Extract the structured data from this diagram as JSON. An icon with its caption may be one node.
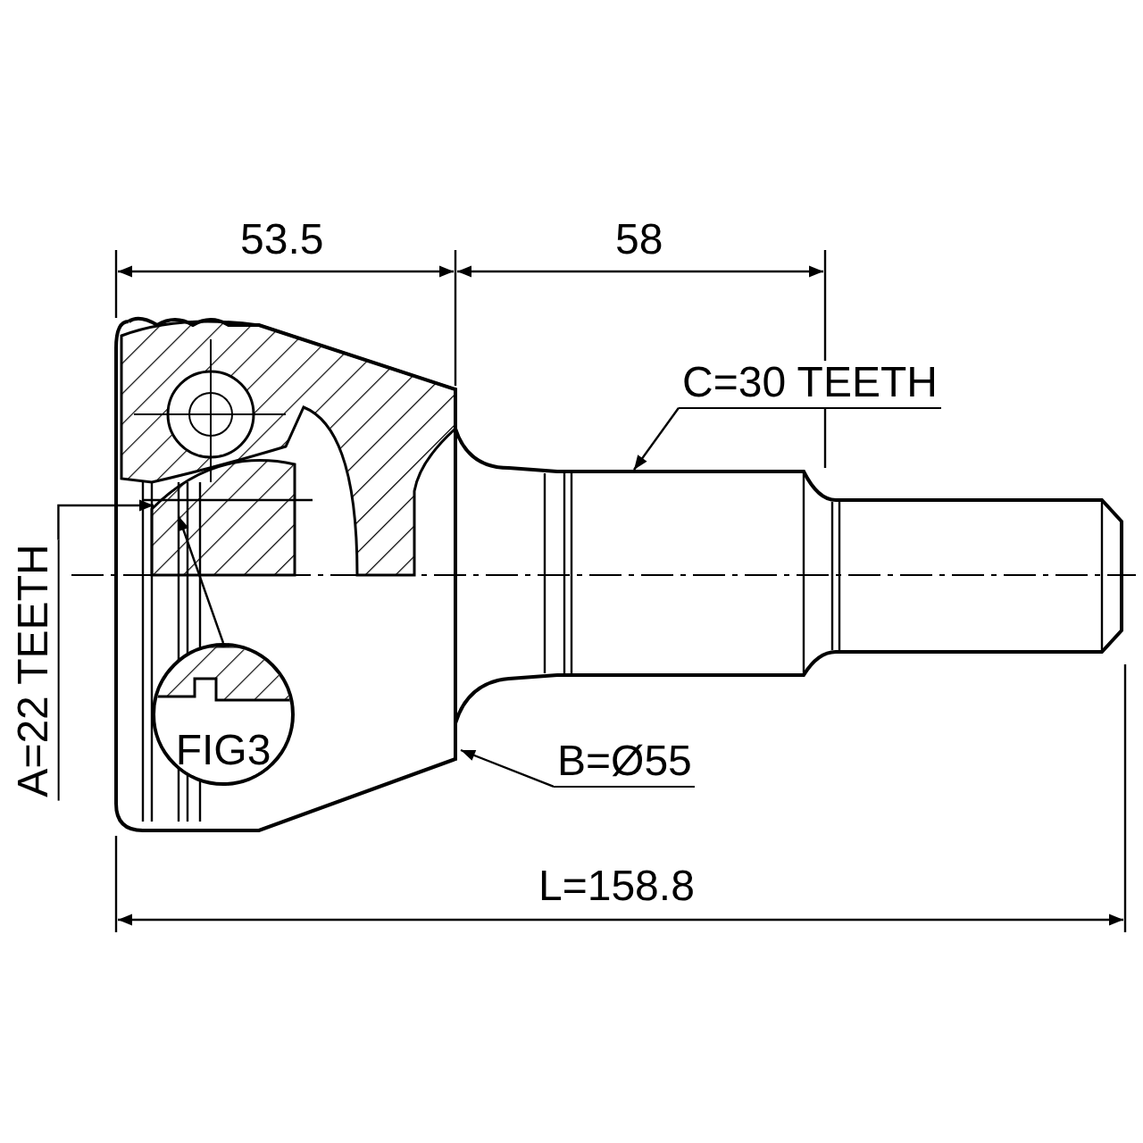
{
  "diagram": {
    "nodes": [
      {
        "text": [
          "C=30 TEETH"
        ]
      },
      {
        "text": [
          "A=22 TEETH"
        ]
      },
      {
        "text": [
          "FIG3"
        ]
      },
      {
        "text": [
          "B=Ø55"
        ]
      }
    ],
    "edges": [
      {
        "from": 0,
        "to": null,
        "arrow": "to"
      },
      {
        "from": 1,
        "to": null,
        "arrow": "to"
      },
      {
        "from": 2,
        "to": null,
        "arrow": "to"
      },
      {
        "from": 3,
        "to": null,
        "arrow": "to"
      }
    ],
    "labels": [
      "53.5",
      "58",
      "L=158.8"
    ]
  }
}
